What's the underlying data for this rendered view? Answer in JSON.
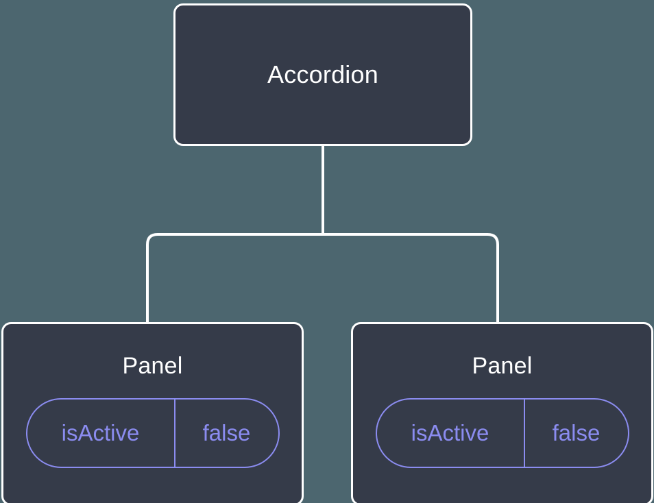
{
  "diagram": {
    "type": "component-tree",
    "background_color": "#4c666f",
    "node_fill_color": "#353b49",
    "node_border_color": "#ffffff",
    "node_label_color": "#ffffff",
    "pill_color": "#8b8cf0",
    "edge_color": "#ffffff",
    "root": {
      "label": "Accordion"
    },
    "children": [
      {
        "label": "Panel",
        "prop": {
          "key": "isActive",
          "value": "false"
        }
      },
      {
        "label": "Panel",
        "prop": {
          "key": "isActive",
          "value": "false"
        }
      }
    ]
  }
}
